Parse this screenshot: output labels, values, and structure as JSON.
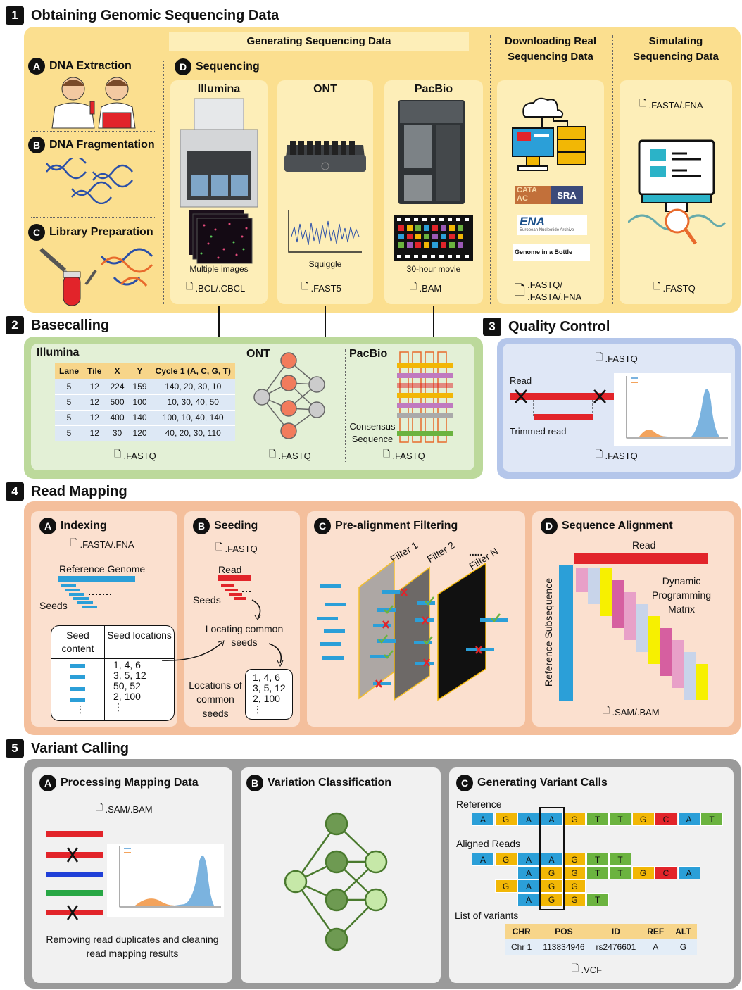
{
  "s1": {
    "num": "1",
    "title": "Obtaining Genomic Sequencing Data",
    "gen_header": "Generating Sequencing Data",
    "dl_header": "Downloading Real Sequencing Data",
    "sim_header": "Simulating Sequencing Data",
    "a": {
      "letter": "A",
      "label": "DNA Extraction"
    },
    "b": {
      "letter": "B",
      "label": "DNA Fragmentation"
    },
    "c": {
      "letter": "C",
      "label": "Library Preparation"
    },
    "d": {
      "letter": "D",
      "label": "Sequencing"
    },
    "illumina": {
      "name": "Illumina",
      "caption": "Multiple images",
      "file": ".BCL/.CBCL"
    },
    "ont": {
      "name": "ONT",
      "caption": "Squiggle",
      "file": ".FAST5"
    },
    "pacbio": {
      "name": "PacBio",
      "caption": "30-hour movie",
      "file": ".BAM"
    },
    "dl": {
      "logo1a": "CATA",
      "logo1b": "AC",
      "logo1c": "SRA",
      "logo2": "ENA",
      "logo2sub": "European Nucleotide Archive",
      "logo3": "Genome in a Bottle",
      "file": ".FASTQ/ .FASTA/.FNA"
    },
    "sim": {
      "file_top": ".FASTA/.FNA",
      "file": ".FASTQ"
    }
  },
  "s2": {
    "num": "2",
    "title": "Basecalling",
    "illumina": "Illumina",
    "ont": "ONT",
    "pacbio": "PacBio",
    "consensus": "Consensus Sequence",
    "file": ".FASTQ",
    "table": {
      "headers": [
        "Lane",
        "Tile",
        "X",
        "Y",
        "Cycle 1 (A, C, G, T)"
      ],
      "rows": [
        [
          "5",
          "12",
          "224",
          "159",
          "140, 20, 30, 10"
        ],
        [
          "5",
          "12",
          "500",
          "100",
          "10, 30, 40, 50"
        ],
        [
          "5",
          "12",
          "400",
          "140",
          "100, 10, 40, 140"
        ],
        [
          "5",
          "12",
          "30",
          "120",
          "40, 20, 30, 110"
        ]
      ]
    }
  },
  "s3": {
    "num": "3",
    "title": "Quality Control",
    "file": ".FASTQ",
    "read": "Read",
    "trimmed": "Trimmed read"
  },
  "s4": {
    "num": "4",
    "title": "Read Mapping",
    "a": {
      "letter": "A",
      "label": "Indexing",
      "file": ".FASTA/.FNA",
      "ref": "Reference Genome",
      "seeds": "Seeds",
      "col1": "Seed content",
      "col2": "Seed locations",
      "locs": [
        "1, 4, 6",
        "3, 5, 12",
        "50, 52",
        "2, 100",
        "⋮"
      ]
    },
    "b": {
      "letter": "B",
      "label": "Seeding",
      "file": ".FASTQ",
      "read": "Read",
      "seeds": "Seeds",
      "locating": "Locating common seeds",
      "locations": "Locations of common seeds",
      "locs": [
        "1, 4, 6",
        "3, 5, 12",
        "2, 100",
        "⋮"
      ]
    },
    "c": {
      "letter": "C",
      "label": "Pre-alignment Filtering",
      "f1": "Filter 1",
      "f2": "Filter 2",
      "dots": ".....",
      "fn": "Filter N"
    },
    "d": {
      "letter": "D",
      "label": "Sequence Alignment",
      "read": "Read",
      "refsub": "Reference Subsequence",
      "dp": "Dynamic Programming Matrix",
      "file": ".SAM/.BAM"
    }
  },
  "s5": {
    "num": "5",
    "title": "Variant Calling",
    "a": {
      "letter": "A",
      "label": "Processing Mapping Data",
      "file": ".SAM/.BAM",
      "caption": "Removing read duplicates and cleaning read mapping results"
    },
    "b": {
      "letter": "B",
      "label": "Variation Classification"
    },
    "c": {
      "letter": "C",
      "label": "Generating Variant Calls",
      "reference": "Reference",
      "aligned": "Aligned Reads",
      "list": "List of variants",
      "file": ".VCF",
      "ref_seq": [
        "A",
        "G",
        "A",
        "A",
        "G",
        "T",
        "T",
        "G",
        "C",
        "A",
        "T"
      ],
      "reads": [
        {
          "start": 0,
          "seq": [
            "A",
            "G",
            "A",
            "A",
            "G",
            "T",
            "T"
          ]
        },
        {
          "start": 2,
          "seq": [
            "A",
            "G",
            "G",
            "T",
            "T",
            "G",
            "C",
            "A"
          ]
        },
        {
          "start": 1,
          "seq": [
            "G",
            "A",
            "G",
            "G"
          ]
        },
        {
          "start": 2,
          "seq": [
            "A",
            "G",
            "G",
            "T"
          ]
        }
      ],
      "vheaders": [
        "CHR",
        "POS",
        "ID",
        "REF",
        "ALT"
      ],
      "vrow": [
        "Chr 1",
        "113834946",
        "rs2476601",
        "A",
        "G"
      ]
    }
  },
  "colors": {
    "A": "#2b9fd8",
    "G": "#f2b705",
    "C": "#e2242a",
    "T": "#6bb33f"
  }
}
